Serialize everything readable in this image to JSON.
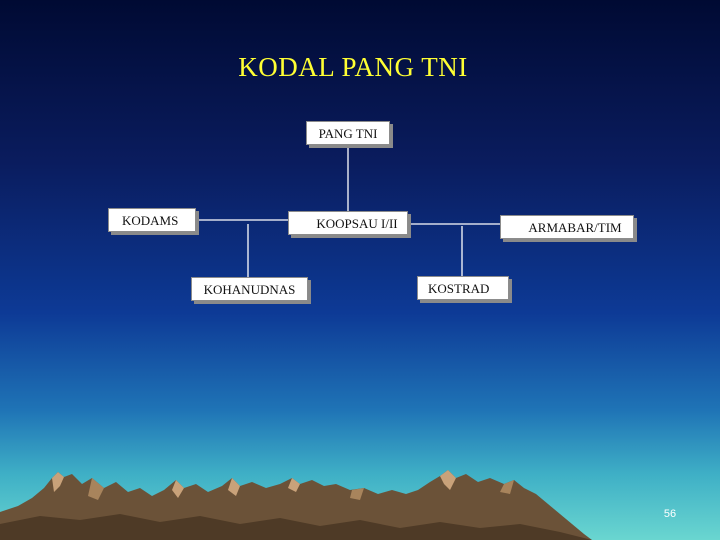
{
  "slide": {
    "title": "KODAL PANG TNI",
    "page_number": "56",
    "colors": {
      "title": "#ffff33",
      "background_top": "#000a33",
      "background_bottom": "#6ad6d0",
      "node_fill": "#ffffff",
      "connector": "#ffffff",
      "mountain": "#6b5238"
    }
  },
  "org_chart": {
    "root": "PANG TNI",
    "level1_left": "KODAMS",
    "level1_center": "KOOPSAU I/II",
    "level1_right": "ARMABAR/TIM",
    "level2_left": "KOHANUDNAS",
    "level2_right": "KOSTRAD"
  }
}
